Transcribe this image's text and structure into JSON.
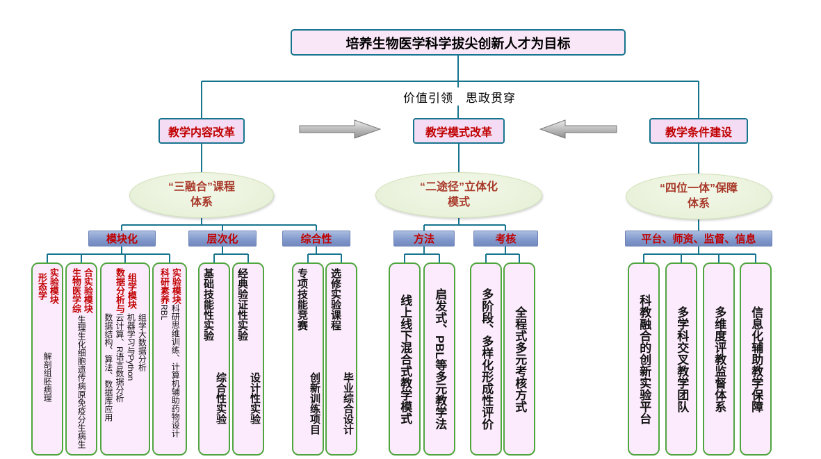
{
  "title": {
    "text": "培养生物医学科学拔尖创新人才为目标"
  },
  "banner": {
    "text": "价值引领　思政贯穿"
  },
  "branches": [
    {
      "label": "教学内容改革",
      "ellipse_lines": [
        "“三融合”课程",
        "体系"
      ],
      "bars": [
        {
          "label": "模块化"
        },
        {
          "label": "层次化"
        },
        {
          "label": "综合性"
        }
      ]
    },
    {
      "label": "教学模式改革",
      "ellipse_lines": [
        "“二途径”立体化",
        "模式"
      ],
      "bars": [
        {
          "label": "方法"
        },
        {
          "label": "考核"
        }
      ]
    },
    {
      "label": "教学条件建设",
      "ellipse_lines": [
        "“四位一体”保障",
        "体系"
      ],
      "bars": [
        {
          "label": "平台、师资、监督、信息"
        }
      ]
    }
  ],
  "columns": {
    "modularization": [
      {
        "header": [
          "形态学",
          "实验模块"
        ],
        "body": [
          "解剖组胚病理"
        ]
      },
      {
        "header": [
          "生物医学综",
          "合实验模块"
        ],
        "body": [
          "生理生化细胞遗传病原免疫分生病生"
        ]
      },
      {
        "header": [
          "数据分析与",
          "组学模块"
        ],
        "body": [
          "数据结构、算法、数据库应用",
          "云计算、R语言数据分析",
          "机器学习与Python",
          "组学大数据分析"
        ]
      },
      {
        "header": [
          "科研素养",
          "实验模块"
        ],
        "body": [
          "RBL",
          "科研思维训练、计算机辅助药物设计"
        ]
      }
    ],
    "hierarchy": [
      {
        "body": [
          "基础技能性实验",
          "　　　　　　　　　　综合性实验"
        ]
      },
      {
        "body": [
          "经典验证性实验",
          "　　　　　　　　　　设计性实验"
        ]
      }
    ],
    "comprehensive": [
      {
        "body": [
          "专项技能竞赛",
          "　　　　　　　　　　创新训练项目"
        ]
      },
      {
        "body": [
          "选修实验课程",
          "　　　　　　　　　　毕业综合设计"
        ]
      }
    ],
    "methods": [
      {
        "body": [
          "线上线下混合式教学模式"
        ]
      },
      {
        "body": [
          "启发式、PBL等多元教学法"
        ]
      }
    ],
    "assessment": [
      {
        "body": [
          "多阶段、多样化形成性评价"
        ]
      },
      {
        "body": [
          "全程式多元考核方式"
        ]
      }
    ],
    "platform": [
      {
        "body": [
          "科教融合的创新实验平台"
        ]
      },
      {
        "body": [
          "多学科交叉教学团队"
        ]
      },
      {
        "body": [
          "多维度评教监督体系"
        ]
      },
      {
        "body": [
          "信息化辅助教学保障"
        ]
      }
    ]
  },
  "colors": {
    "connector_teal": "#17748f",
    "accent_red": "#c00000",
    "bar_blue": "#8fa3d0",
    "box_green_border": "#4fa53e",
    "pink_fill": "#fcebfc",
    "ellipse_green": "#e4eed4"
  }
}
